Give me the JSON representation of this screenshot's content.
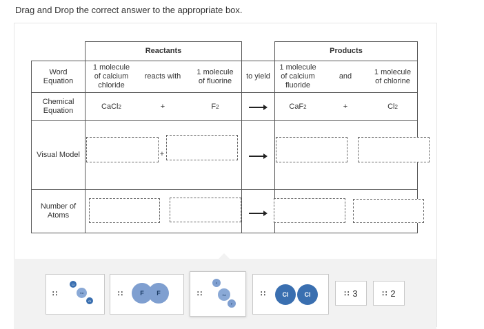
{
  "instruction": "Drag and Drop the correct answer to the appropriate box.",
  "headers": {
    "reactants": "Reactants",
    "products": "Products"
  },
  "rows": {
    "word": {
      "label_line1": "Word",
      "label_line2": "Equation",
      "r1": [
        "1 molecule",
        "of calcium",
        "chloride"
      ],
      "op1": "reacts with",
      "r2": [
        "1 molecule",
        "of fluorine"
      ],
      "yield": "to yield",
      "p1": [
        "1 molecule",
        "of calcium",
        "fluoride"
      ],
      "op2": "and",
      "p2": [
        "1 molecule",
        "of chlorine"
      ]
    },
    "chemical": {
      "label_line1": "Chemical",
      "label_line2": "Equation",
      "r1_base": "CaCl",
      "r1_sub": "2",
      "plus1": "+",
      "r2_base": "F",
      "r2_sub": "2",
      "p1_base": "CaF",
      "p1_sub": "2",
      "plus2": "+",
      "p2_base": "Cl",
      "p2_sub": "2"
    },
    "visual": {
      "label": "Visual Model",
      "plus": "+"
    },
    "atoms": {
      "label_line1": "Number of",
      "label_line2": "Atoms"
    }
  },
  "tray": {
    "grip": "∷",
    "tile1": {
      "cl_a": "Cl",
      "ca": "Ca",
      "cl_b": "Cl"
    },
    "tile2": {
      "f_a": "F",
      "f_b": "F"
    },
    "tile3": {
      "f_a": "F",
      "ca": "Ca",
      "f_b": "F"
    },
    "tile4": {
      "cl_a": "Cl",
      "cl_b": "Cl"
    },
    "tile5": "3",
    "tile6": "2"
  },
  "colors": {
    "atom_dark": "#3a6fb0",
    "atom_light": "#8aa9d6",
    "atom_fluorine": "#7f9fd0"
  }
}
